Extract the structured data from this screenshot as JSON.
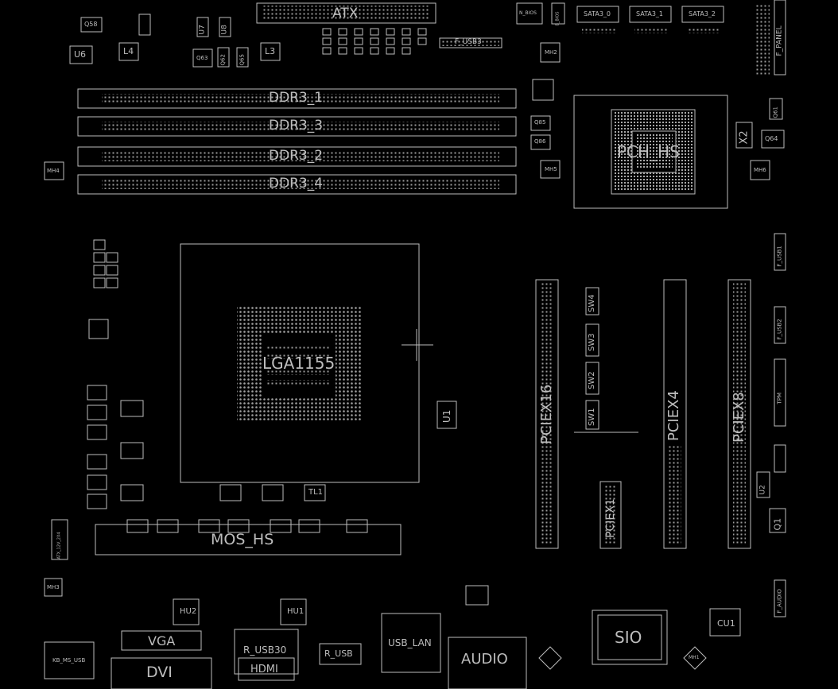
{
  "labels": {
    "atx": "ATX",
    "ddr3_1": "DDR3_1",
    "ddr3_3": "DDR3_3",
    "ddr3_2": "DDR3_2",
    "ddr3_4": "DDR3_4",
    "pch": "PCH_HS",
    "cpu": "LGA1155",
    "mos": "MOS_HS",
    "pciex16": "PCIEX16",
    "pciex4": "PCIEX4",
    "pciex8": "PCIEX8",
    "pciex1": "PCIEX1",
    "sio": "SIO",
    "audio": "AUDIO",
    "usb_lan": "USB_LAN",
    "vga": "VGA",
    "dvi": "DVI",
    "hdmi": "HDMI",
    "r_usb30": "R_USB30",
    "r_usb": "R_USB",
    "kb_ms_usb": "KB_MS_USB",
    "f_panel": "F_PANEL",
    "f_usb3": "F_USB3",
    "u1": "U1",
    "u2": "U2",
    "u6": "U6",
    "u7": "U7",
    "u8": "U8",
    "l3": "L3",
    "l4": "L4",
    "x2": "X2",
    "q1": "Q1",
    "q58": "Q58",
    "q64": "Q64",
    "q85": "Q85",
    "q86": "Q86",
    "q61": "Q61",
    "q63": "Q63",
    "q62": "Q62",
    "q65": "Q65",
    "tl1": "TL1",
    "sw1": "SW1",
    "sw2": "SW2",
    "sw3": "SW3",
    "sw4": "SW4",
    "cu1": "CU1",
    "hu1": "HU1",
    "hu2": "HU2",
    "mh1": "MH1",
    "mh2": "MH2",
    "mh3": "MH3",
    "mh4": "MH4",
    "mh5": "MH5",
    "mh6": "MH6",
    "f_usb1": "F_USB1",
    "f_usb2": "F_USB2",
    "tpm": "TPM",
    "atx12v": "ATX_12V_2X4",
    "f_audio": "F_AUDIO",
    "n_bios": "N_BIOS",
    "b_bios": "B_BIOS",
    "sata3_0": "SATA3_0",
    "sata3_1": "SATA3_1",
    "sata3_2": "SATA3_2"
  }
}
